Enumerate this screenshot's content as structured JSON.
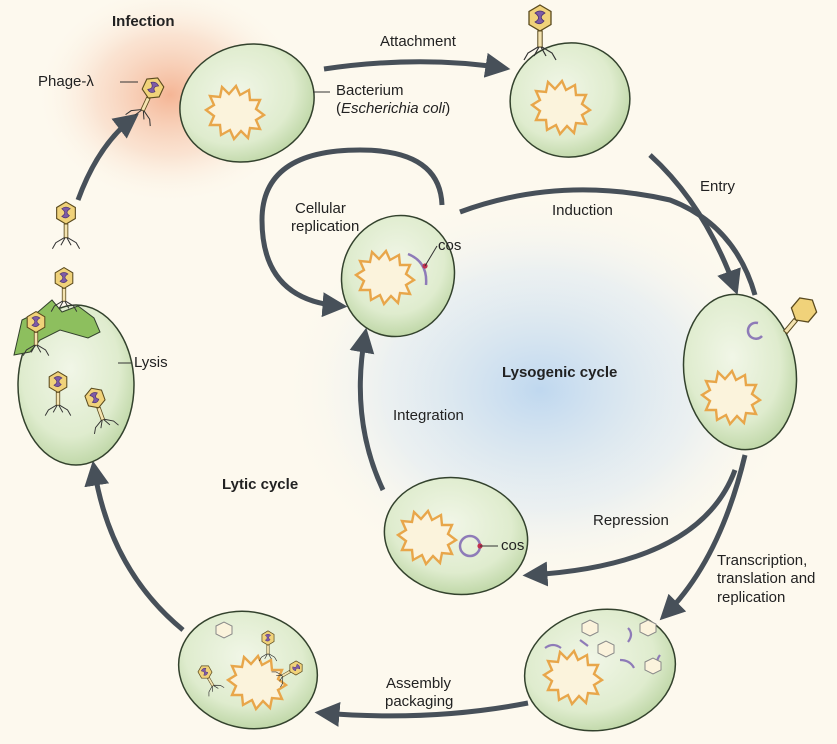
{
  "labels": {
    "infection": "Infection",
    "phage": "Phage-λ",
    "bacterium": "Bacterium",
    "bacterium_open": "(",
    "bacterium_species": "Escherichia coli",
    "bacterium_close": ")",
    "attachment": "Attachment",
    "entry": "Entry",
    "induction": "Induction",
    "cellular_replication_1": "Cellular",
    "cellular_replication_2": "replication",
    "cos_top": "cos",
    "cos_bottom": "cos",
    "lysogenic_cycle": "Lysogenic cycle",
    "integration": "Integration",
    "lytic_cycle": "Lytic cycle",
    "repression": "Repression",
    "lysis": "Lysis",
    "transcription_1": "Transcription,",
    "transcription_2": "translation and",
    "transcription_3": "replication",
    "assembly_1": "Assembly",
    "assembly_2": "packaging"
  },
  "colors": {
    "background": "#fdf9ee",
    "cell_fill": "#dcebc9",
    "cell_stroke": "#33422d",
    "nucleoid": "#e8a64a",
    "arrow": "#475059",
    "phage_head": "#f0d27a",
    "phage_dna": "#7d5ba6",
    "cos_marker": "#c0304f",
    "infection_glow": "#f2b08f",
    "center_glow": "#c9dcf0",
    "lysis_debris": "#8dbf5e"
  }
}
